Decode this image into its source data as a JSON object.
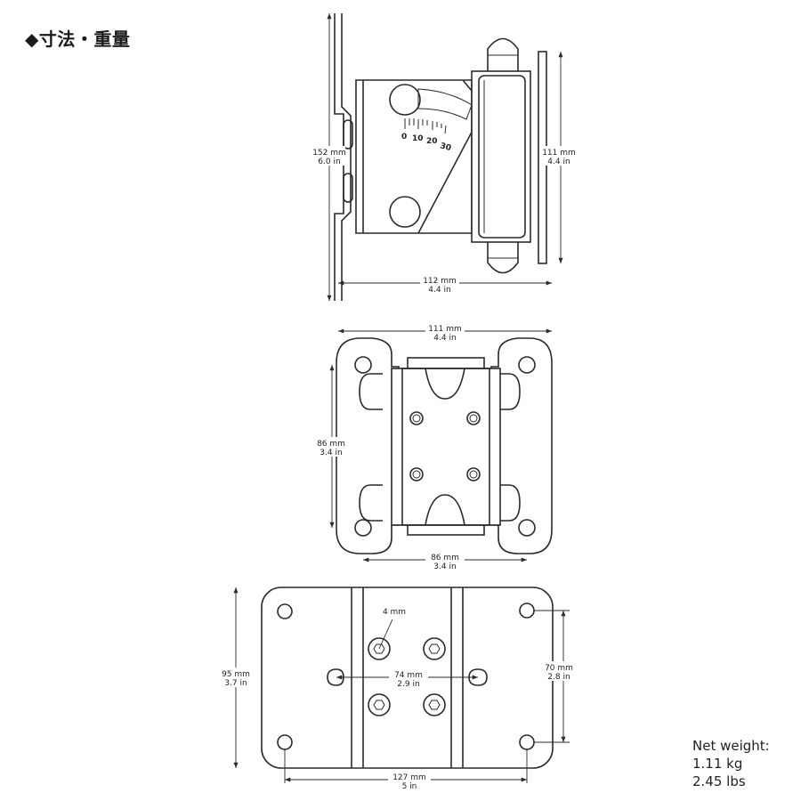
{
  "title": "◆寸法・重量",
  "side_view": {
    "height_mm": "152 mm",
    "height_in": "6.0 in",
    "right_mm": "111 mm",
    "right_in": "4.4 in",
    "width_mm": "112 mm",
    "width_in": "4.4 in",
    "scale_labels": [
      "0",
      "10",
      "20",
      "30"
    ]
  },
  "front_view": {
    "top_mm": "111 mm",
    "top_in": "4.4 in",
    "left_mm": "86 mm",
    "left_in": "3.4 in",
    "bottom_mm": "86 mm",
    "bottom_in": "3.4 in"
  },
  "plate_view": {
    "hex_mm": "4 mm",
    "center_mm": "74 mm",
    "center_in": "2.9 in",
    "left_mm": "95 mm",
    "left_in": "3.7 in",
    "right_mm": "70 mm",
    "right_in": "2.8 in",
    "bottom_mm": "127 mm",
    "bottom_in": "5 in"
  },
  "weight": {
    "label": "Net weight:",
    "kg": "1.11 kg",
    "lbs": "2.45 lbs"
  }
}
